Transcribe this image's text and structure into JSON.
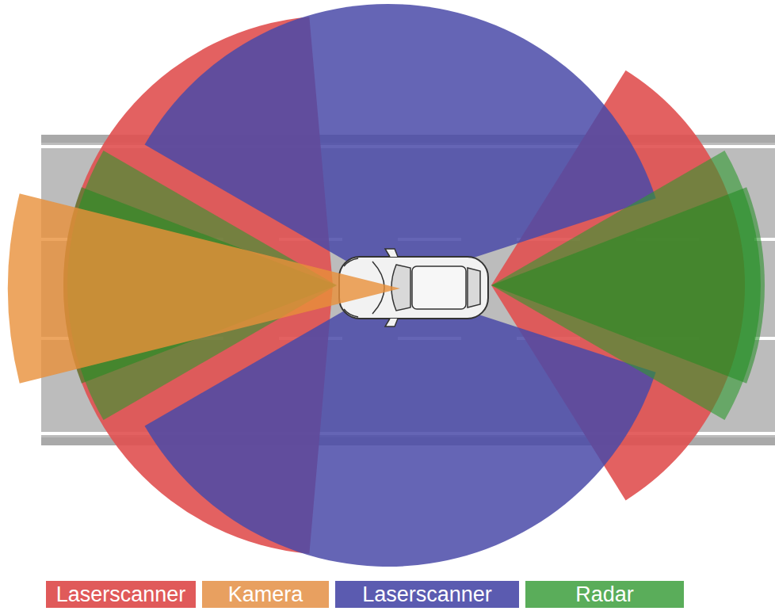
{
  "diagram": {
    "legend": [
      {
        "text": "Laserscanner",
        "color": "#e05a5a"
      },
      {
        "text": "Kamera",
        "color": "#e8a060"
      },
      {
        "text": "Laserscanner",
        "color": "#5b5bb0"
      },
      {
        "text": "Radar",
        "color": "#5aad5a"
      }
    ]
  }
}
